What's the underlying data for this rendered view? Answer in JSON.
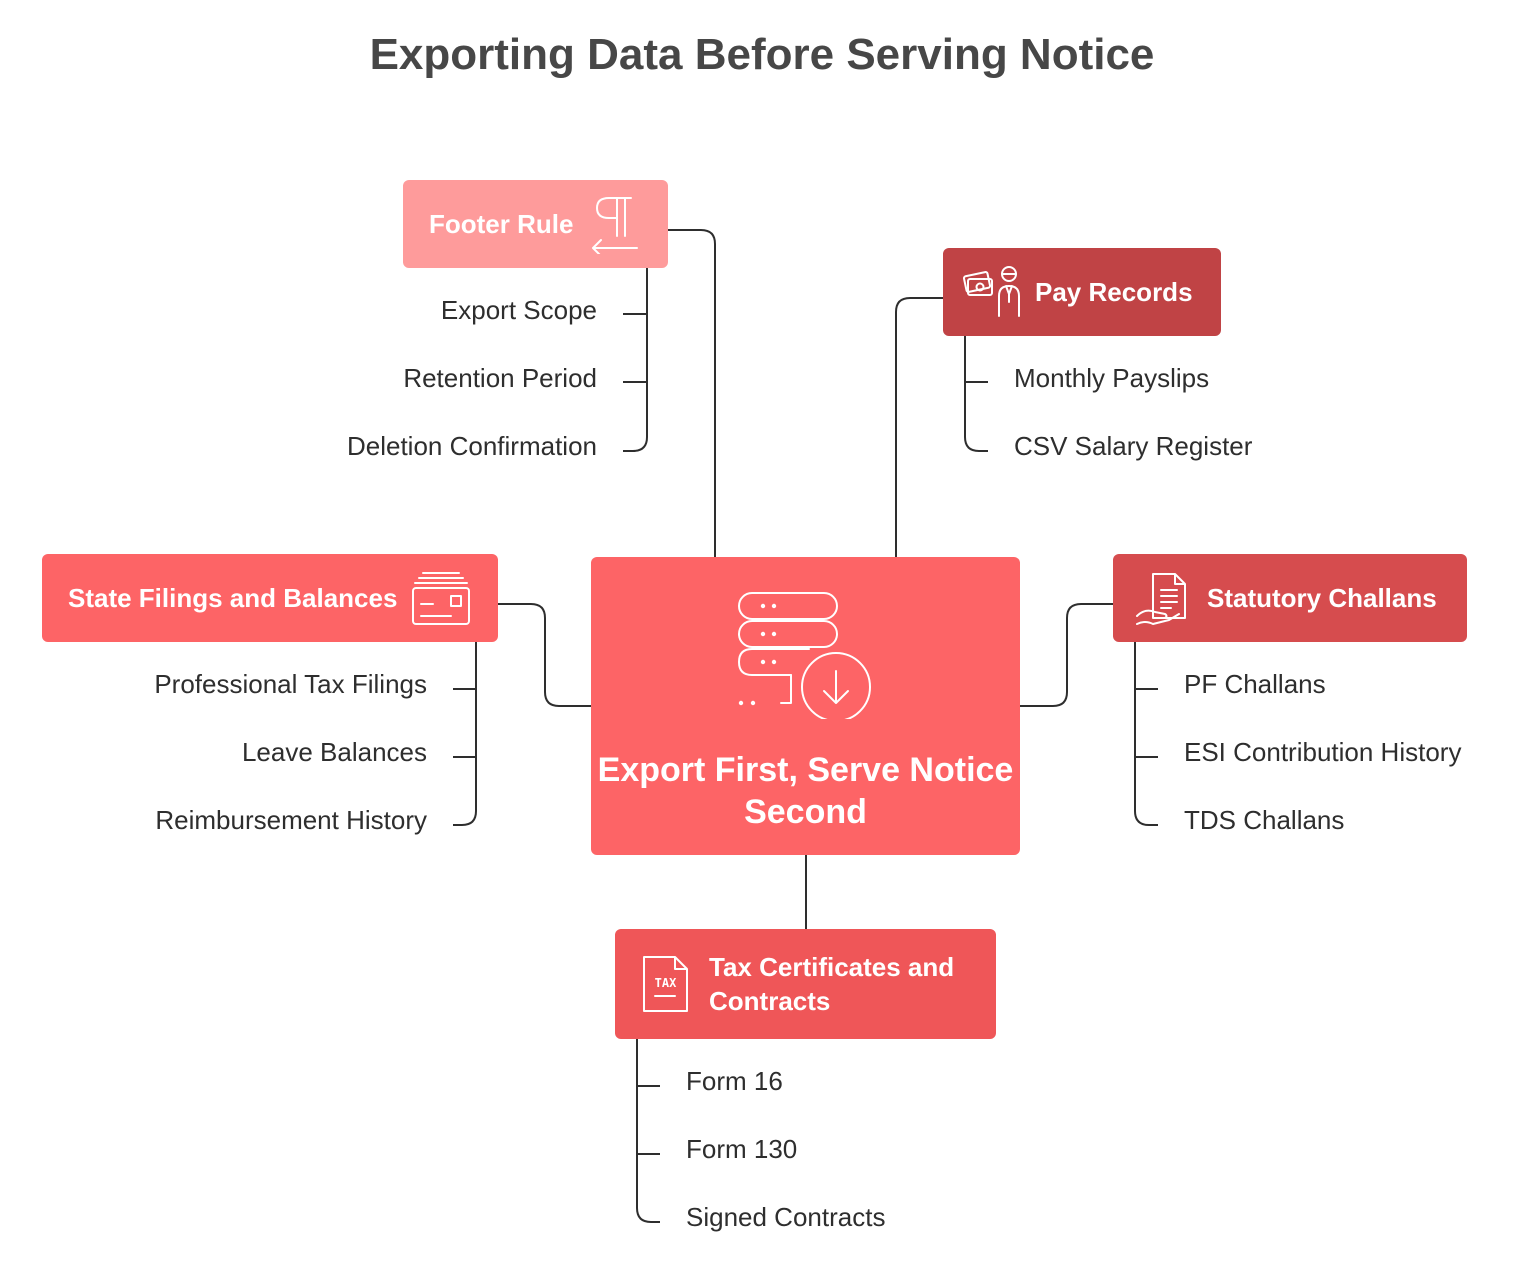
{
  "title": "Exporting Data Before Serving Notice",
  "colors": {
    "footer_rule": "#fe9b9b",
    "pay_records": "#c04345",
    "state_filings": "#fd6466",
    "central": "#fd6466",
    "statutory": "#d64c4e",
    "tax": "#ef5658",
    "connector": "#2e2e2e"
  },
  "center": {
    "label": "Export First, Serve Notice Second",
    "icon": "server-download-icon"
  },
  "branches": {
    "footer_rule": {
      "label": "Footer Rule",
      "icon": "pilcrow-return-icon",
      "items": [
        "Export Scope",
        "Retention Period",
        "Deletion Confirmation"
      ]
    },
    "pay_records": {
      "label": "Pay Records",
      "icon": "payroll-person-icon",
      "items": [
        "Monthly Payslips",
        "CSV Salary Register"
      ]
    },
    "state_filings": {
      "label": "State Filings and Balances",
      "icon": "stacked-cards-icon",
      "items": [
        "Professional Tax Filings",
        "Leave Balances",
        "Reimbursement History"
      ]
    },
    "statutory": {
      "label": "Statutory Challans",
      "icon": "document-hand-icon",
      "items": [
        "PF Challans",
        "ESI Contribution History",
        "TDS Challans"
      ]
    },
    "tax": {
      "label": "Tax Certificates and Contracts",
      "icon": "tax-document-icon",
      "icon_text": "TAX",
      "items": [
        "Form 16",
        "Form 130",
        "Signed Contracts"
      ]
    }
  }
}
